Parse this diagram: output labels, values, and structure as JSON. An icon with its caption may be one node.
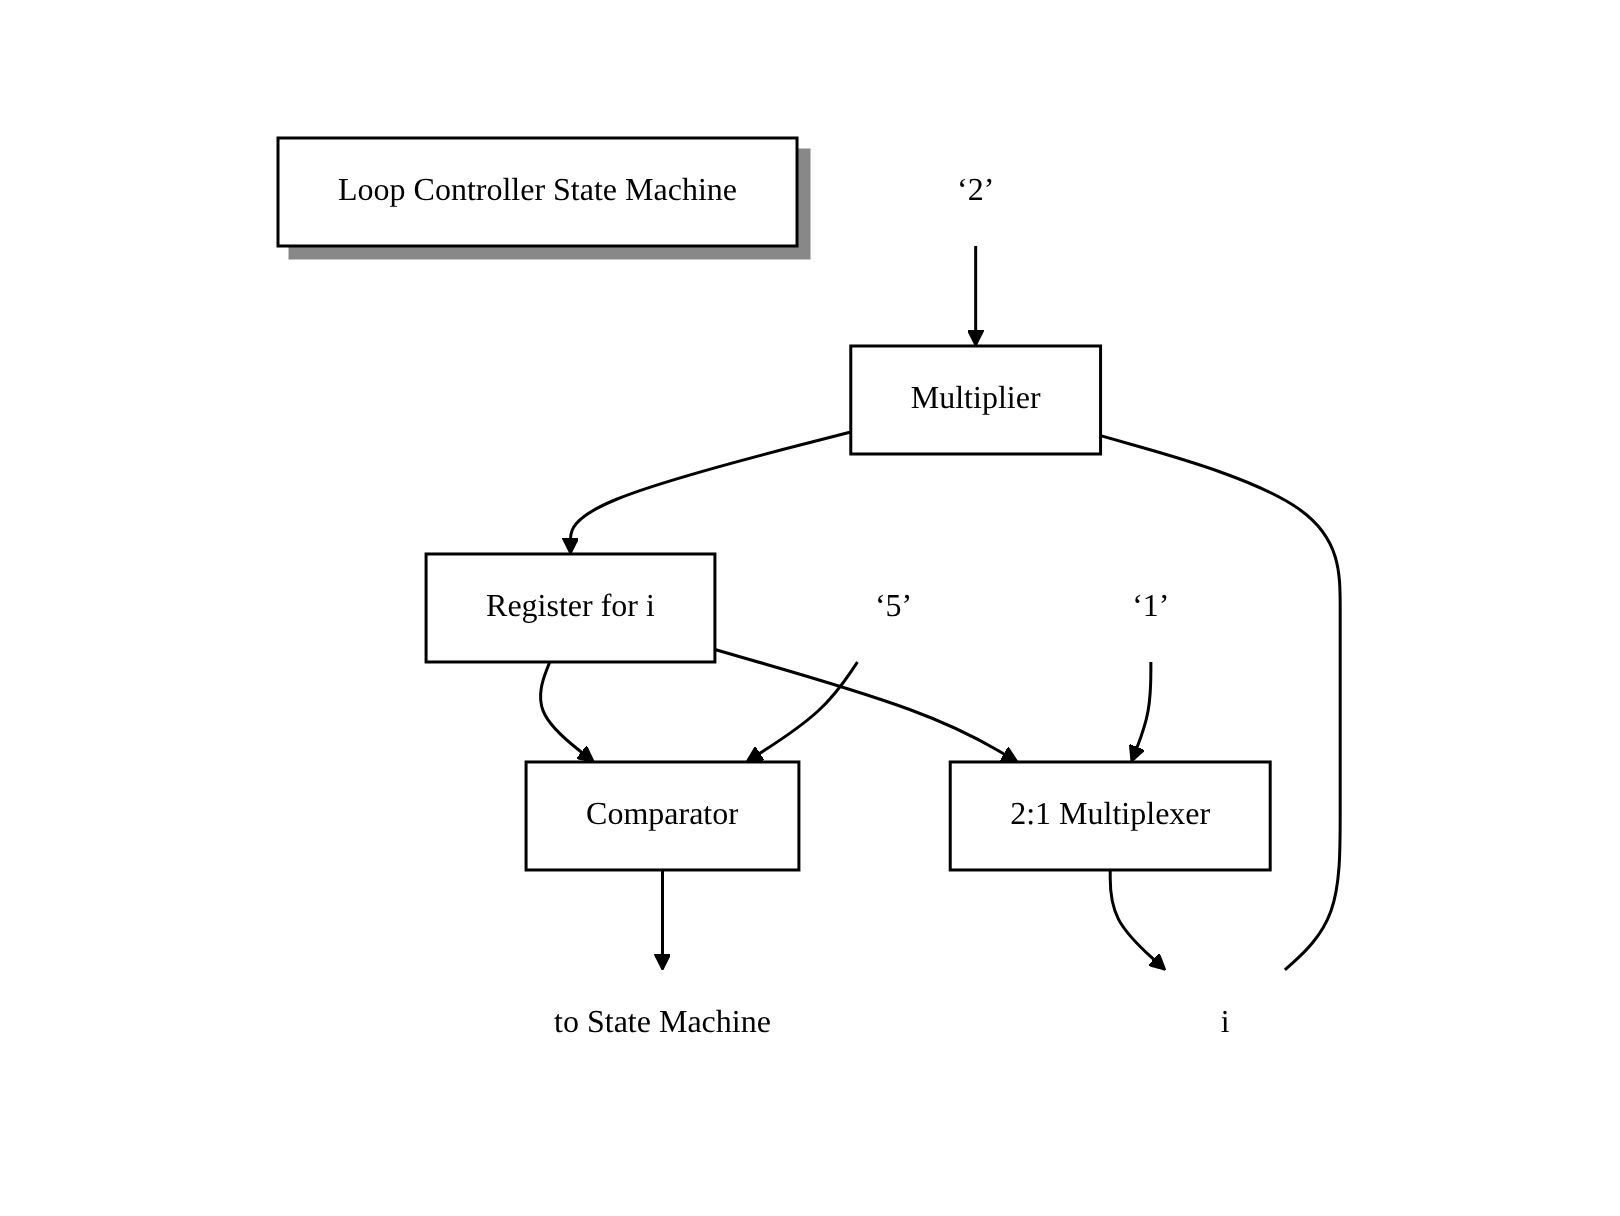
{
  "diagram": {
    "nodes": [
      {
        "text": [
          "Loop Controller State Machine"
        ]
      },
      {
        "text": [
          "Multiplier"
        ]
      },
      {
        "text": [
          "Register for i"
        ]
      },
      {
        "text": [
          "Comparator"
        ]
      },
      {
        "text": [
          "2:1 Multiplexer"
        ]
      },
      {
        "text": [
          "‘2’"
        ]
      },
      {
        "text": [
          "‘5’"
        ]
      },
      {
        "text": [
          "‘1’"
        ]
      },
      {
        "text": [
          "to State Machine"
        ]
      },
      {
        "text": [
          "i"
        ]
      }
    ],
    "edges": [
      {
        "from": 5,
        "to": 1,
        "arrow": "to"
      },
      {
        "from": 1,
        "to": 2,
        "arrow": "to"
      },
      {
        "from": 2,
        "to": 3,
        "arrow": "to"
      },
      {
        "from": 2,
        "to": 4,
        "arrow": "to"
      },
      {
        "from": 6,
        "to": 3,
        "arrow": "to"
      },
      {
        "from": 7,
        "to": 4,
        "arrow": "to"
      },
      {
        "from": 3,
        "to": 8,
        "arrow": "to"
      },
      {
        "from": 4,
        "to": 9,
        "arrow": "to"
      },
      {
        "from": 9,
        "to": 1,
        "arrow": "none"
      }
    ]
  }
}
